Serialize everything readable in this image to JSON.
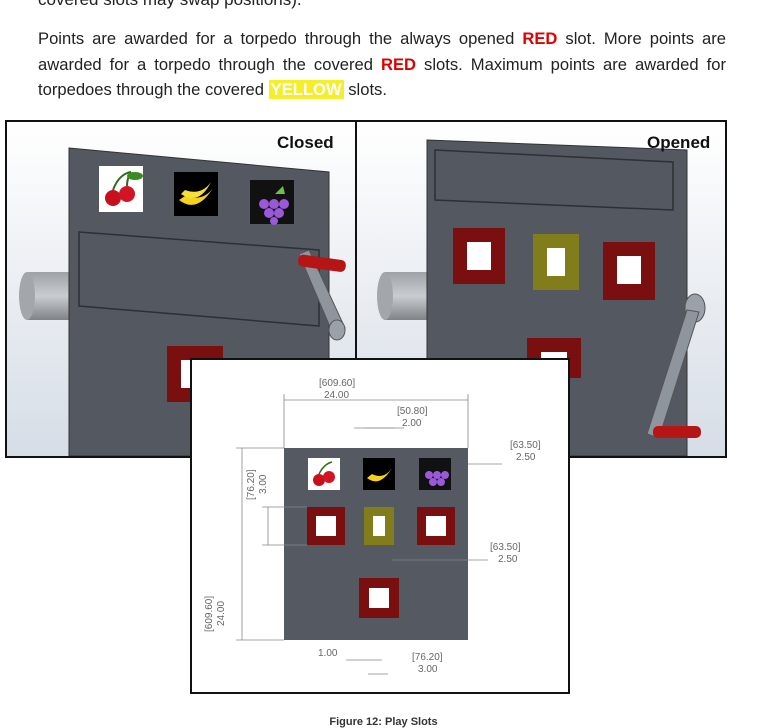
{
  "document": {
    "top_cut_text": "covered slots may swap positions).",
    "para": {
      "p1": "Points are awarded for a torpedo through the always opened ",
      "red1": "RED",
      "p2": " slot.  More points are awarded for a torpedo through the covered ",
      "red2": "RED",
      "p3": " slots.  Maximum points are awarded for torpedoes through the covered ",
      "yellow": "YELLOW",
      "p4": " slots."
    },
    "panels": {
      "closed_title": "Closed",
      "opened_title": "Opened"
    },
    "drawing": {
      "d_width_mm": "[609.60]",
      "d_width_in": "24.00",
      "d_spacing_mm": "[50.80]",
      "d_spacing_in": "2.00",
      "d_topmargin_mm": "[63.50]",
      "d_topmargin_in": "2.50",
      "d_midmargin_mm": "[63.50]",
      "d_midmargin_in": "2.50",
      "d_height_mm": "[609.60]",
      "d_height_in": "24.00",
      "d_slot_mm": "[76.20]",
      "d_slot_in": "3.00",
      "d_border": "1.00",
      "d_slot2_mm": "[76.20]",
      "d_slot2_in": "3.00"
    },
    "caption": "Figure 12: Play Slots"
  }
}
